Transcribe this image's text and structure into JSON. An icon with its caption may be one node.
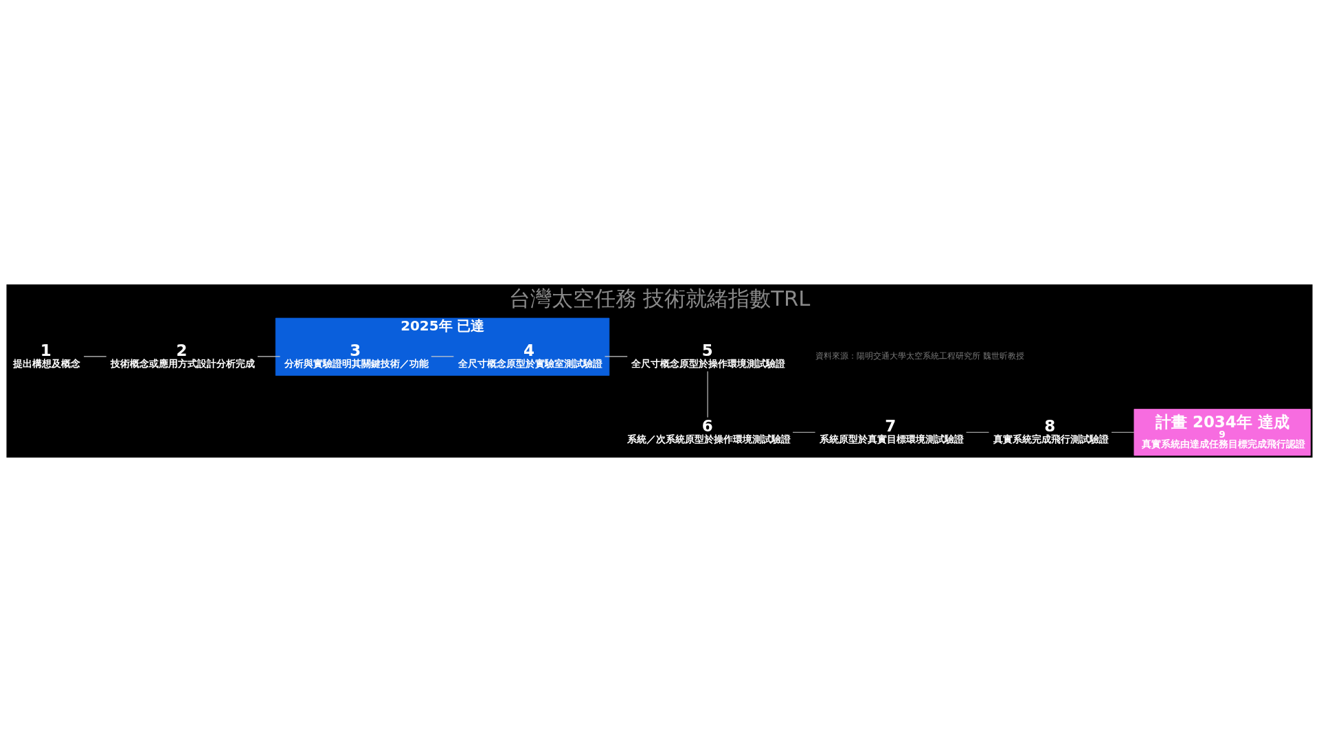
{
  "diagram": {
    "title": "台灣太空任務 技術就緒指數TRL",
    "nodes": [
      {
        "text": [
          "1",
          "提出構想及概念"
        ]
      },
      {
        "text": [
          "2",
          "技術概念或應用方式設計分析完成"
        ]
      },
      {
        "text": [
          "2025年 已達"
        ]
      },
      {
        "text": [
          "3",
          "分析與實驗證明其關鍵技術／功能"
        ],
        "in": 2
      },
      {
        "text": [
          "4",
          "全尺寸概念原型於實驗室測試驗證"
        ],
        "in": 2
      },
      {
        "text": [
          "5",
          "全尺寸概念原型於操作環境測試驗證"
        ]
      },
      {
        "text": [
          "6",
          "系統／次系統原型於操作環境測試驗證"
        ]
      },
      {
        "text": [
          "7",
          "系統原型於真實目標環境測試驗證"
        ]
      },
      {
        "text": [
          "8",
          "真實系統完成飛行測試驗證"
        ]
      },
      {
        "text": [
          "計畫 2034年 達成",
          "9",
          "真實系統由達成任務目標完成飛行認證"
        ]
      }
    ],
    "edges": [
      {
        "from": 0,
        "to": 1,
        "arrow": "none"
      },
      {
        "from": 1,
        "to": 3,
        "arrow": "none"
      },
      {
        "from": 3,
        "to": 4,
        "arrow": "none"
      },
      {
        "from": 4,
        "to": 5,
        "arrow": "none"
      },
      {
        "from": 5,
        "to": 6,
        "arrow": "none"
      },
      {
        "from": 6,
        "to": 7,
        "arrow": "none"
      },
      {
        "from": 7,
        "to": 8,
        "arrow": "none"
      },
      {
        "from": 8,
        "to": 9,
        "arrow": "none"
      }
    ],
    "labels": [
      "資料來源：陽明交通大學太空系統工程研究所 魏世昕教授"
    ]
  }
}
